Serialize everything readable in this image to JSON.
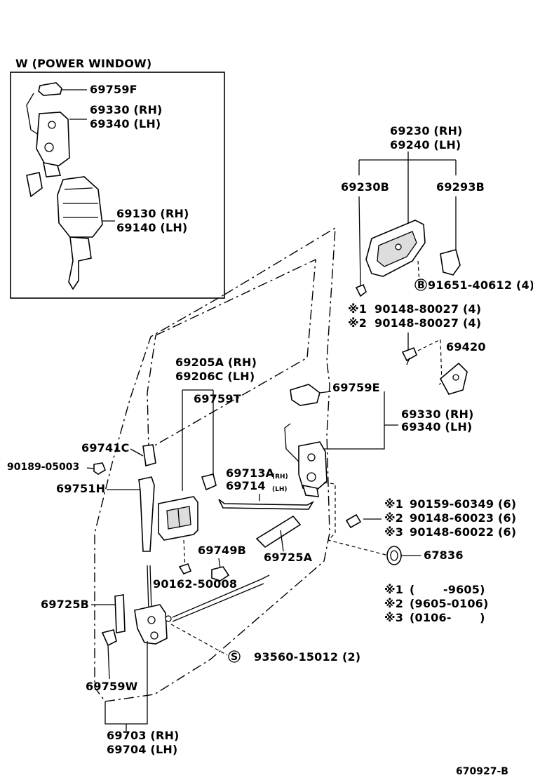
{
  "inset": {
    "title": "W (POWER WINDOW)"
  },
  "labels": {
    "p69759F_inset": "69759F",
    "p69330_rh_inset": "69330 (RH)",
    "p69340_lh_inset": "69340 (LH)",
    "p69130_rh": "69130 (RH)",
    "p69140_lh": "69140 (LH)",
    "p69230_rh": "69230 (RH)",
    "p69240_lh": "69240 (LH)",
    "p69230B": "69230B",
    "p69293B": "69293B",
    "b_code": "B",
    "p91651": "91651-40612 (4)",
    "note1_mark": "※1",
    "p90148_80027_a": "90148-80027 (4)",
    "note2_mark": "※2",
    "p90148_80027_b": "90148-80027 (4)",
    "p69420": "69420",
    "p69205A": "69205A (RH)",
    "p69206C": "69206C (LH)",
    "p69759T": "69759T",
    "p69759E": "69759E",
    "p69330_rh": "69330 (RH)",
    "p69340_lh": "69340 (LH)",
    "p69741C": "69741C",
    "p90189": "90189-05003",
    "p69713A": "69713A",
    "rh_small": "(RH)",
    "p69714": "69714",
    "lh_small": "(LH)",
    "p69751H": "69751H",
    "s1_mark": "※1",
    "p90159": "90159-60349 (6)",
    "s2_mark": "※2",
    "p90148_60023": "90148-60023 (6)",
    "s3_mark": "※3",
    "p90148_60022": "90148-60022 (6)",
    "p69749B": "69749B",
    "p69725A": "69725A",
    "p67836": "67836",
    "p90162": "90162-50008",
    "n1_mark": "※1",
    "n1_range": "(       -9605)",
    "n2_mark": "※2",
    "n2_range": "(9605-0106)",
    "n3_mark": "※3",
    "n3_range": "(0106-       )",
    "p69725B": "69725B",
    "s_code": "S",
    "p93560": "93560-15012 (2)",
    "p69759W": "69759W",
    "p69703": "69703 (RH)",
    "p69704": "69704 (LH)",
    "figure_id": "670927-B"
  }
}
